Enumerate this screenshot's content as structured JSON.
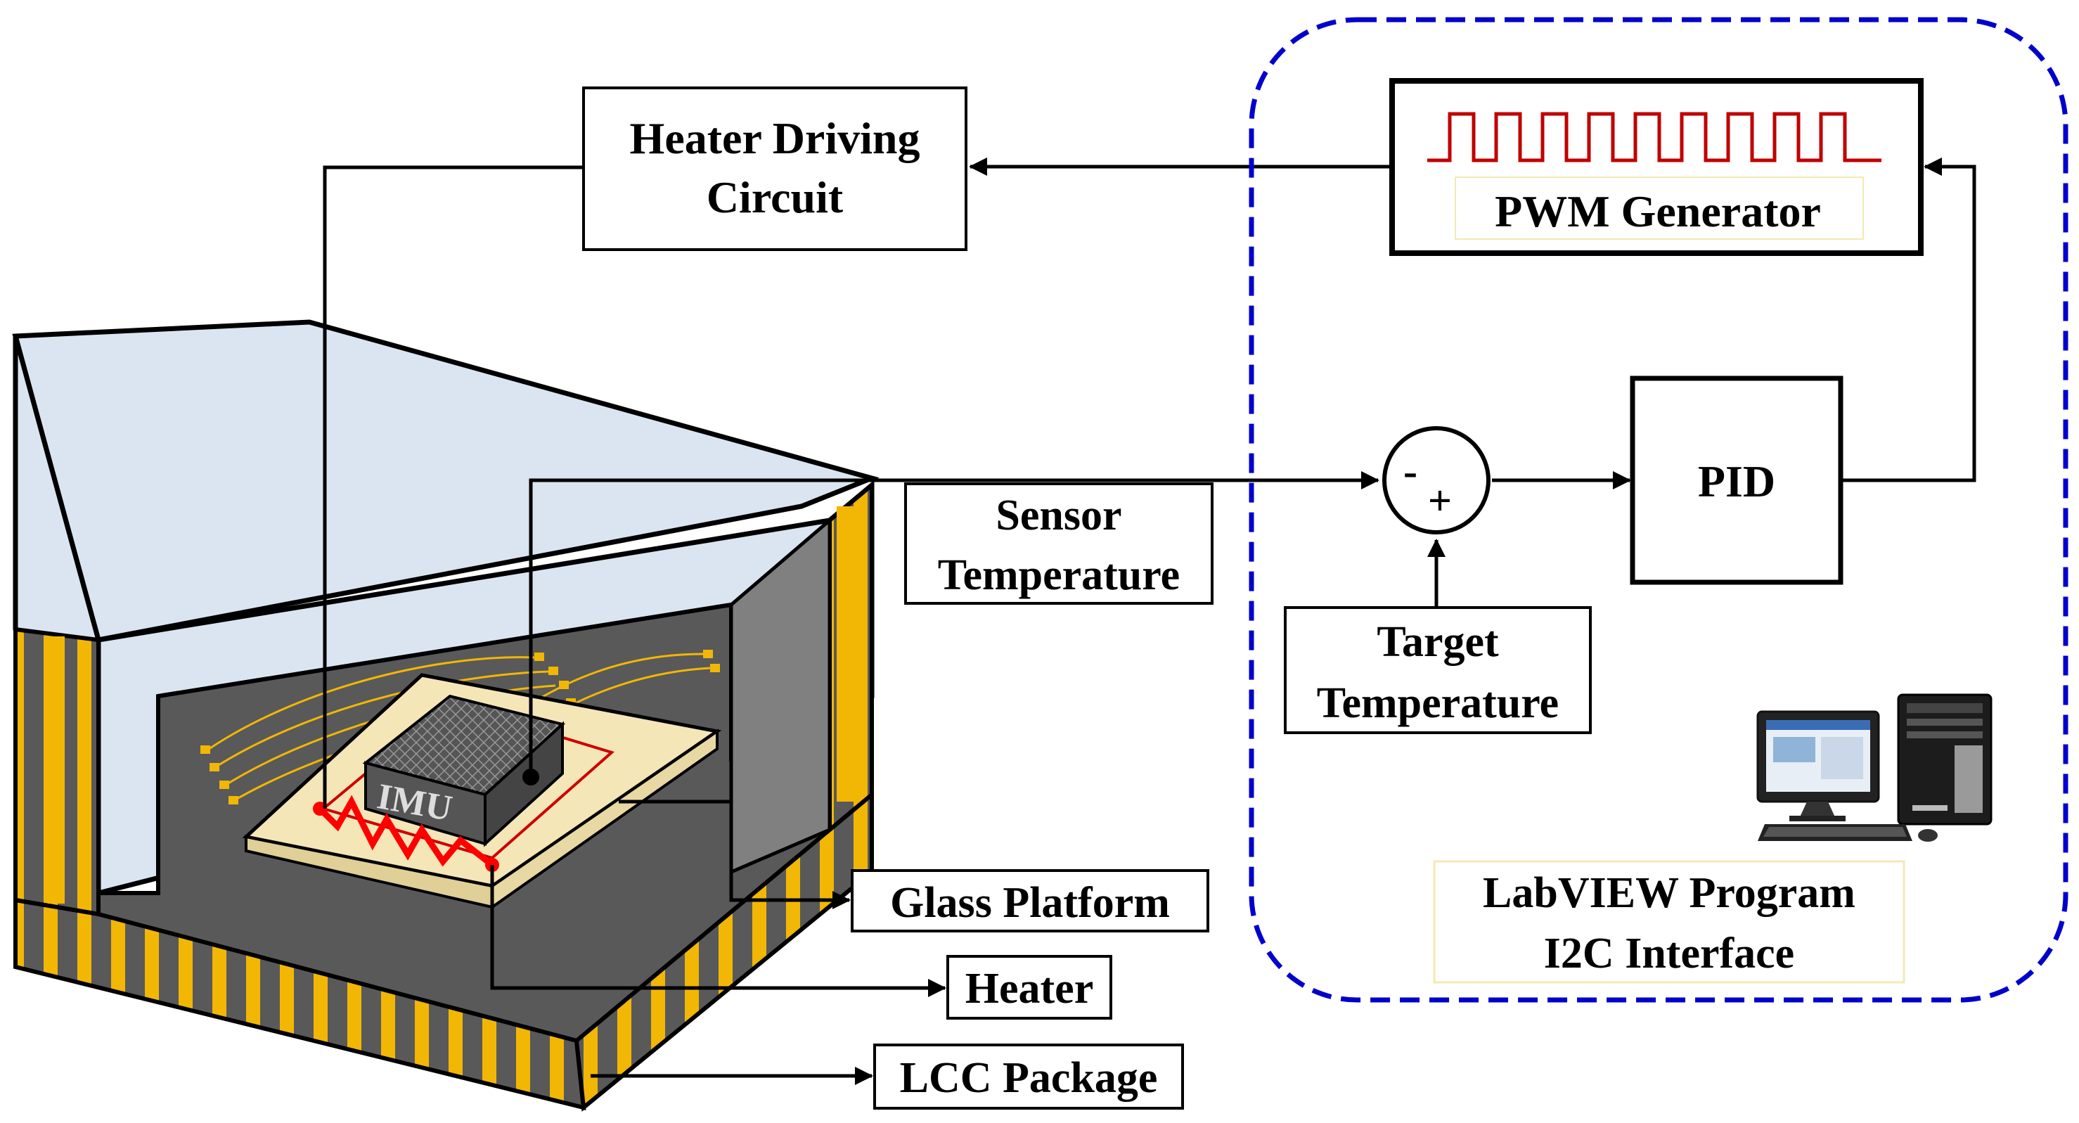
{
  "labels": {
    "heater_driving_circuit": [
      "Heater Driving",
      "Circuit"
    ],
    "pwm_generator": "PWM Generator",
    "pid": "PID",
    "sensor_temperature": [
      "Sensor",
      "Temperature"
    ],
    "target_temperature": [
      "Target",
      "Temperature"
    ],
    "glass_platform": "Glass Platform",
    "heater": "Heater",
    "lcc_package": "LCC Package",
    "labview": [
      "LabVIEW Program",
      "I2C Interface"
    ],
    "imu": "IMU",
    "sum_minus": "-",
    "sum_plus": "+"
  },
  "colors": {
    "glass": "#dbe5f1",
    "package_wall": "#808080",
    "package_floor": "#595959",
    "gold": "#f2b705",
    "platform": "#f5e6b8",
    "heater": "#ff0000",
    "pwm_wave": "#c00000",
    "dashed_border": "#0000cc",
    "label_box_border": "#f4e8b4"
  },
  "icons": [
    "computer-monitor-icon",
    "computer-tower-icon",
    "keyboard-icon",
    "mouse-icon"
  ]
}
